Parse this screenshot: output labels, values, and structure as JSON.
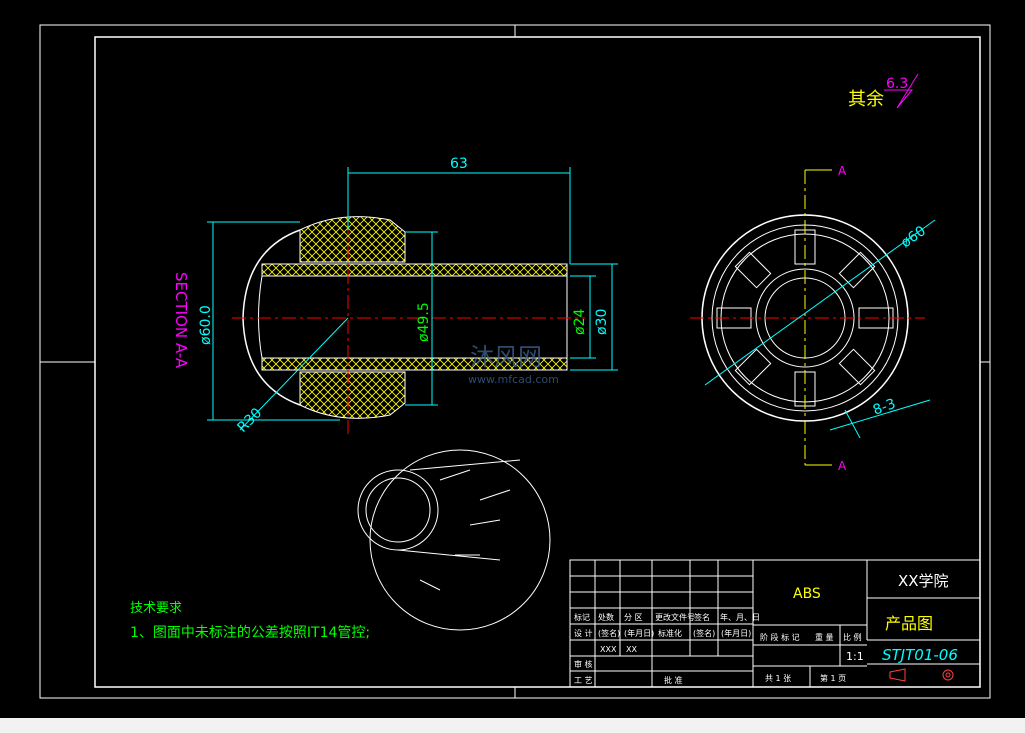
{
  "colors": {
    "background": "#000000",
    "frame": "#ffffff",
    "dimension": "#00ffff",
    "centerline": "#ff0000",
    "hatch": "#ffff00",
    "section_label": "#ff00ff",
    "notes": "#00ff00",
    "watermark": "#3a5f8a"
  },
  "drawing": {
    "roughness": {
      "prefix": "其余",
      "value": "6.3"
    },
    "section_view": {
      "label": "SECTION  A-A",
      "dims": {
        "length": "63",
        "diameter": "ø60.0",
        "inner": "ø49.5",
        "bore1": "ø24",
        "bore2": "ø30",
        "radius": "R30"
      }
    },
    "end_view": {
      "outer": "ø60",
      "ribs": "8-3",
      "section_mark_a": "A",
      "section_mark_b": "A"
    },
    "tech_notes": {
      "title": "技术要求",
      "line1": "1、图面中未标注的公差按照IT14管控;"
    },
    "watermark": {
      "site": "沐风网",
      "url": "www.mfcad.com"
    }
  },
  "title_block": {
    "material": "ABS",
    "company": "XX学院",
    "drawing_title": "产品图",
    "drawing_number": "STJT01-06",
    "scale": "1:1",
    "h_mark": "标记",
    "h_count": "处数",
    "h_zone": "分 区",
    "h_doc": "更改文件号",
    "h_sign": "签名",
    "h_date": "年、月、日",
    "h_design": "设 计",
    "h_sign2": "(签名)",
    "h_date2": "(年月日)",
    "h_std": "标准化",
    "h_sign3": "(签名)",
    "h_date3": "(年月日)",
    "designer": "XXX",
    "design_date": "XX",
    "h_review": "审 核",
    "h_process": "工 艺",
    "h_approve": "批 准",
    "h_stage": "阶 段 标 记",
    "h_weight": "重 量",
    "h_scale": "比 例",
    "sheets_total": "共 1 张",
    "sheet_no": "第 1 页"
  }
}
